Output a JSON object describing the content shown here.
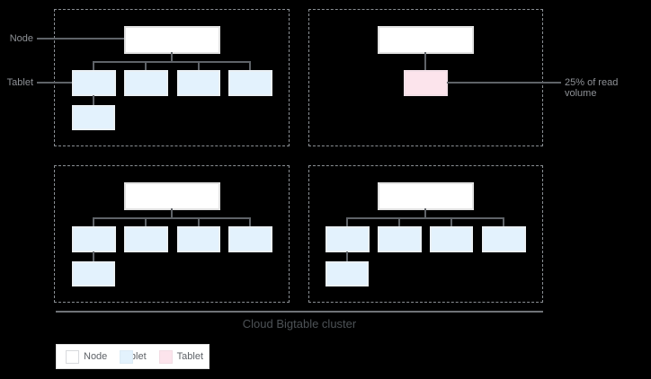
{
  "labels": {
    "node_pointer": "Node",
    "tablet_pointer": "Tablet",
    "read_volume_note": "25% of read volume"
  },
  "cluster": {
    "caption": "Cloud Bigtable cluster"
  },
  "legend": {
    "items": [
      {
        "label": "Node",
        "swatch": "node"
      },
      {
        "label": "Tablet",
        "swatch": "tablet"
      },
      {
        "label": "Tablet",
        "swatch": "hot-tablet"
      }
    ]
  },
  "diagram": {
    "panels": [
      {
        "id": 1,
        "position": "top-left",
        "node_boxes": 1,
        "tablets": 5,
        "hot_tablets": 0
      },
      {
        "id": 2,
        "position": "top-right",
        "node_boxes": 1,
        "tablets": 0,
        "hot_tablets": 1,
        "annotation": "25% of read volume"
      },
      {
        "id": 3,
        "position": "bottom-left",
        "node_boxes": 1,
        "tablets": 5,
        "hot_tablets": 0
      },
      {
        "id": 4,
        "position": "bottom-right",
        "node_boxes": 1,
        "tablets": 5,
        "hot_tablets": 0
      }
    ]
  },
  "colors": {
    "background": "#000000",
    "node_fill": "#ffffff",
    "node_border": "#e2e2e2",
    "tablet_fill": "#e3f2fd",
    "hot_tablet_fill": "#fce4ec",
    "connector": "#5f6368",
    "dashed_border": "#8a8f94",
    "pointer_text": "#8e9196",
    "caption_text": "#4d5256",
    "legend_text": "#5f6368"
  }
}
